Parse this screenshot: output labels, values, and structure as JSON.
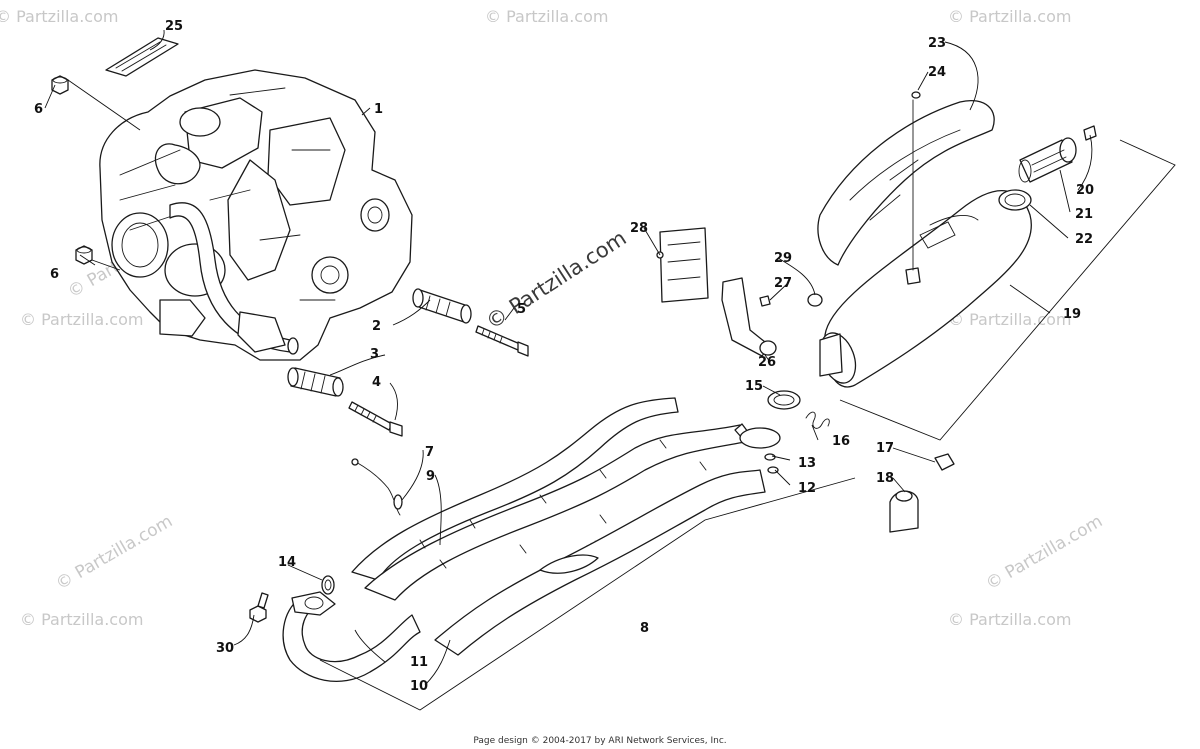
{
  "watermark": {
    "text": "© Partzilla.com",
    "center_text": "© Partzilla.com"
  },
  "callouts": [
    "1",
    "2",
    "3",
    "4",
    "5",
    "6",
    "6",
    "7",
    "8",
    "9",
    "10",
    "11",
    "12",
    "13",
    "14",
    "15",
    "16",
    "17",
    "18",
    "19",
    "20",
    "21",
    "22",
    "23",
    "24",
    "25",
    "26",
    "27",
    "28",
    "29",
    "30"
  ],
  "footer": {
    "text": "Page design © 2004-2017 by ARI Network Services, Inc."
  },
  "colors": {
    "line": "#1a1a1a",
    "watermark": "#c8c8c8",
    "background": "#ffffff"
  }
}
